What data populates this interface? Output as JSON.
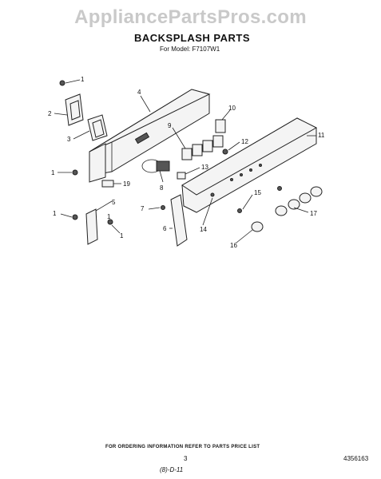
{
  "watermark": "AppliancePartsPros.com",
  "title": "BACKSPLASH PARTS",
  "subtitle": "For Model: F7107W1",
  "footer": {
    "ordering_note": "FOR ORDERING INFORMATION REFER TO PARTS PRICE LIST",
    "page_number": "3",
    "document_number": "4356163",
    "revision_code": "(8)-D-11"
  },
  "callouts": [
    "1",
    "2",
    "3",
    "4",
    "1",
    "9",
    "10",
    "12",
    "11",
    "1",
    "13",
    "8",
    "19",
    "5",
    "1",
    "7",
    "1",
    "6",
    "14",
    "15",
    "17",
    "16"
  ]
}
